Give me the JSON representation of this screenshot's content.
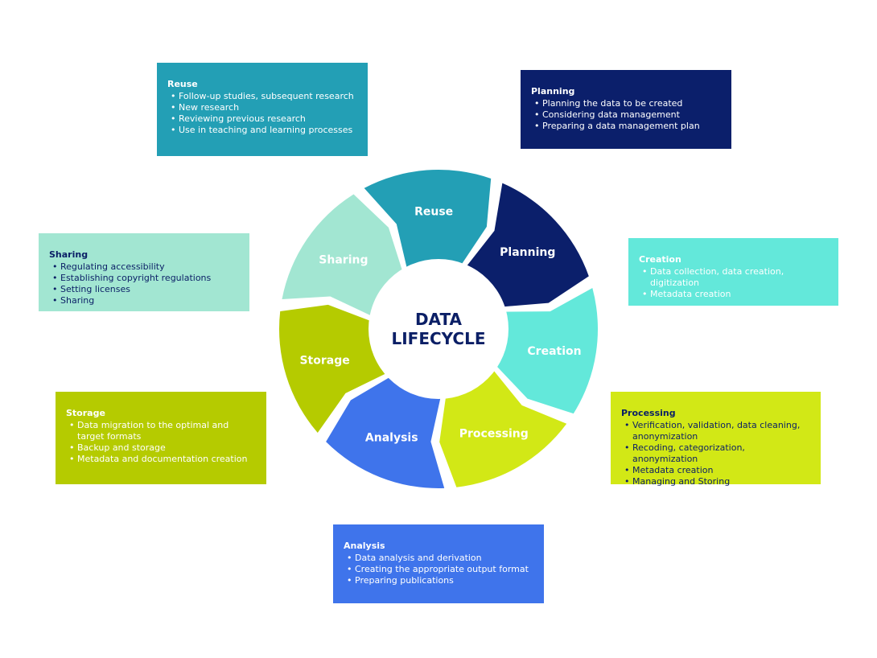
{
  "diagram": {
    "center": {
      "line1": "DATA",
      "line2": "LIFECYCLE"
    },
    "segments": [
      {
        "id": "reuse",
        "label": "Reuse",
        "color": "#239fb5"
      },
      {
        "id": "planning",
        "label": "Planning",
        "color": "#0b1f6b"
      },
      {
        "id": "creation",
        "label": "Creation",
        "color": "#63e8da"
      },
      {
        "id": "processing",
        "label": "Processing",
        "color": "#d2e816"
      },
      {
        "id": "analysis",
        "label": "Analysis",
        "color": "#3f74eb"
      },
      {
        "id": "storage",
        "label": "Storage",
        "color": "#b5cb00"
      },
      {
        "id": "sharing",
        "label": "Sharing",
        "color": "#a2e6d2"
      }
    ],
    "cards": [
      {
        "id": "reuse",
        "title": "Reuse",
        "bg": "#239fb5",
        "text_color": "#ffffff",
        "items": [
          "Follow-up studies, subsequent research",
          "New research",
          "Reviewing previous research",
          "Use in teaching and learning processes"
        ]
      },
      {
        "id": "planning",
        "title": "Planning",
        "bg": "#0b1f6b",
        "text_color": "#ffffff",
        "items": [
          "Planning the data to be created",
          "Considering data management",
          "Preparing a data management plan"
        ]
      },
      {
        "id": "creation",
        "title": "Creation",
        "bg": "#63e8da",
        "text_color": "#ffffff",
        "items": [
          "Data collection, data creation, digitization",
          "Metadata creation"
        ]
      },
      {
        "id": "processing",
        "title": "Processing",
        "bg": "#d2e816",
        "text_color": "#0b1f66",
        "items": [
          "Verification, validation, data cleaning, anonymization",
          "Recoding, categorization, anonymization",
          "Metadata creation",
          "Managing and Storing"
        ]
      },
      {
        "id": "analysis",
        "title": "Analysis",
        "bg": "#3f74eb",
        "text_color": "#ffffff",
        "items": [
          "Data analysis and derivation",
          "Creating the appropriate output format",
          "Preparing publications"
        ]
      },
      {
        "id": "storage",
        "title": "Storage",
        "bg": "#b5cb00",
        "text_color": "#ffffff",
        "items": [
          "Data migration to the optimal and target formats",
          "Backup and storage",
          "Metadata and documentation creation"
        ]
      },
      {
        "id": "sharing",
        "title": "Sharing",
        "bg": "#a2e6d2",
        "text_color": "#0b1f66",
        "items": [
          "Regulating accessibility",
          "Establishing copyright regulations",
          "Setting licenses",
          "Sharing"
        ]
      }
    ]
  }
}
